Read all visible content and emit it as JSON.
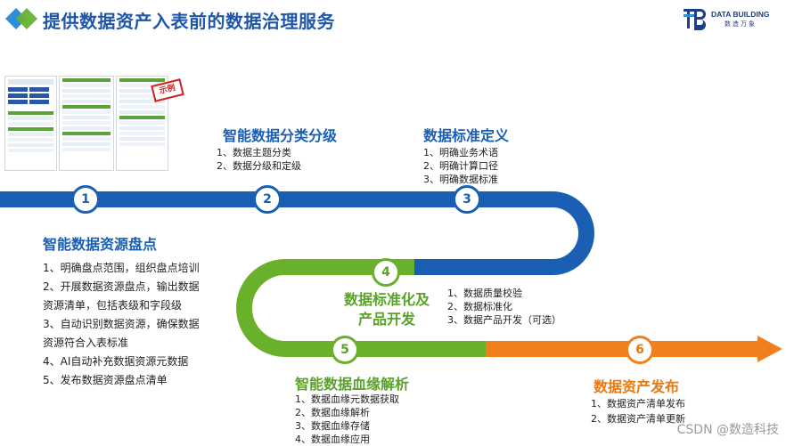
{
  "header": {
    "title": "提供数据资产入表前的数据治理服务",
    "logo_text": "DATA BUILDING",
    "logo_sub": "数造万象"
  },
  "thumbnail": {
    "stamp": "示例"
  },
  "stages": [
    {
      "number": "1",
      "title": "智能数据资源盘点",
      "items": [
        "1、明确盘点范围，组织盘点培训",
        "2、开展数据资源盘点，输出数据",
        "资源清单，包括表级和字段级",
        "3、自动识别数据资源，确保数据",
        "资源符合入表标准",
        "4、AI自动补充数据资源元数据",
        "5、发布数据资源盘点清单"
      ]
    },
    {
      "number": "2",
      "title": "智能数据分类分级",
      "items": [
        "1、数据主题分类",
        "2、数据分级和定级"
      ]
    },
    {
      "number": "3",
      "title": "数据标准定义",
      "items": [
        "1、明确业务术语",
        "2、明确计算口径",
        "3、明确数据标准"
      ]
    },
    {
      "number": "4",
      "title_lines": [
        "数据标准化及",
        "产品开发"
      ],
      "items": [
        "1、数据质量校验",
        "2、数据标准化",
        "3、数据产品开发（可选）"
      ]
    },
    {
      "number": "5",
      "title": "智能数据血缘解析",
      "items": [
        "1、数据血缘元数据获取",
        "2、数据血缘解析",
        "3、数据血缘存储",
        "4、数据血缘应用"
      ]
    },
    {
      "number": "6",
      "title": "数据资产发布",
      "items": [
        "1、数据资产清单发布",
        "2、数据资产清单更新"
      ]
    }
  ],
  "watermark": "CSDN @数造科技",
  "colors": {
    "blue": "#1a5fb4",
    "green": "#69b02b",
    "orange": "#f0801b"
  }
}
